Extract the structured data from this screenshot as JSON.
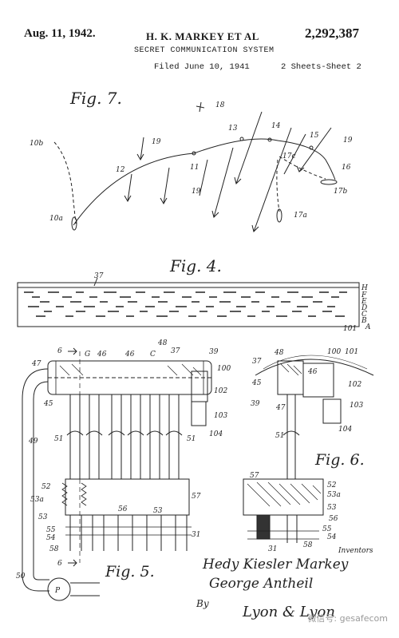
{
  "header": {
    "date": "Aug. 11, 1942.",
    "inventors": "H. K. MARKEY ET AL",
    "patent_number": "2,292,387",
    "title": "SECRET COMMUNICATION SYSTEM",
    "filed": "Filed June 10, 1941",
    "sheets": "2 Sheets-Sheet 2"
  },
  "figures": {
    "fig7": "Fig. 7.",
    "fig4": "Fig. 4.",
    "fig5": "Fig. 5.",
    "fig6": "Fig. 6."
  },
  "fig7_refs": [
    "10b",
    "18",
    "13",
    "14",
    "15",
    "19",
    "19",
    "12",
    "11",
    "17c",
    "16",
    "17b",
    "19",
    "17a",
    "10a"
  ],
  "fig4_refs": [
    "37",
    "H",
    "F",
    "E",
    "D",
    "C",
    "B",
    "A",
    "101"
  ],
  "fig5_refs": [
    "6",
    "G",
    "46",
    "46",
    "C",
    "48",
    "37",
    "39",
    "47",
    "100",
    "45",
    "102",
    "103",
    "49",
    "51",
    "51",
    "104",
    "52",
    "53a",
    "57",
    "53",
    "56",
    "53",
    "55",
    "54",
    "58",
    "31",
    "6",
    "50",
    "P"
  ],
  "fig6_refs": [
    "37",
    "48",
    "100",
    "101",
    "46",
    "45",
    "102",
    "39",
    "47",
    "103",
    "104",
    "51",
    "57",
    "52",
    "53a",
    "53",
    "56",
    "55",
    "54",
    "58",
    "31"
  ],
  "signatures": {
    "label": "Inventors",
    "line1": "Hedy Kiesler Markey",
    "line2": "George Antheil",
    "by": "By",
    "attorney": "Lyon & Lyon"
  },
  "watermark": "微信号: gesafecom"
}
